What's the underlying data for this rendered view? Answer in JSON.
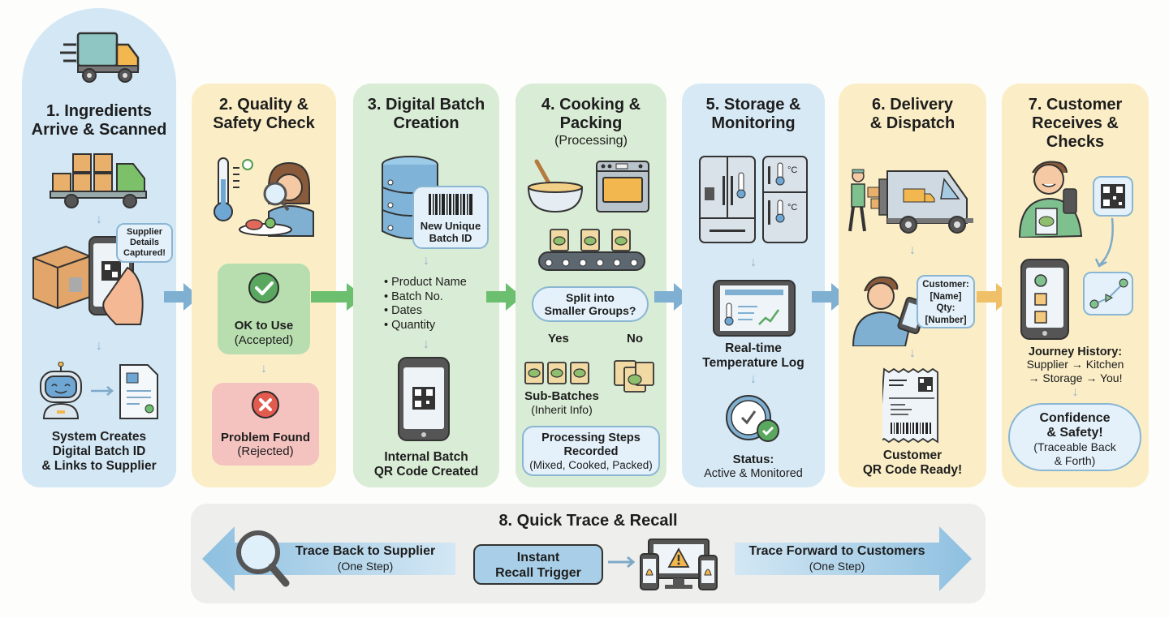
{
  "stages": [
    {
      "title": "1. Ingredients Arrive & Scanned",
      "title_lines": [
        "1. Ingredients",
        "Arrive & Scanned"
      ],
      "bubble_lines": [
        "Supplier",
        "Details",
        "Captured!"
      ],
      "caption_lines": [
        "System Creates",
        "Digital Batch ID",
        "& Links to Supplier"
      ],
      "icons": [
        "delivery-truck-icon",
        "loaded-truck-icon",
        "phone-scan-qr-icon",
        "box-icon",
        "robot-icon",
        "document-icon"
      ]
    },
    {
      "title": "2. Quality & Safety Check",
      "title_lines": [
        "2. Quality &",
        "Safety Check"
      ],
      "accepted": {
        "label": "OK to Use",
        "sub": "(Accepted)"
      },
      "rejected": {
        "label": "Problem Found",
        "sub": "(Rejected)"
      },
      "icons": [
        "thermometer-icon",
        "inspector-magnifier-icon",
        "check-circle-icon",
        "x-circle-icon"
      ]
    },
    {
      "title": "3. Digital Batch Creation",
      "title_lines": [
        "3. Digital Batch",
        "Creation"
      ],
      "batch_badge_lines": [
        "New Unique",
        "Batch ID"
      ],
      "fields": [
        "Product Name",
        "Batch No.",
        "Dates",
        "Quantity"
      ],
      "caption_lines": [
        "Internal Batch",
        "QR Code Created"
      ],
      "icons": [
        "database-icon",
        "barcode-icon",
        "phone-qr-icon"
      ]
    },
    {
      "title": "4. Cooking & Packing (Processing)",
      "title_lines": [
        "4. Cooking &",
        "Packing"
      ],
      "subtitle": "(Processing)",
      "decision_lines": [
        "Split into",
        "Smaller Groups?"
      ],
      "yes": "Yes",
      "no": "No",
      "sub_batches": {
        "label": "Sub-Batches",
        "sub": "(Inherit Info)"
      },
      "recorded": {
        "lines": [
          "Processing Steps",
          "Recorded"
        ],
        "sub": "(Mixed, Cooked, Packed)"
      },
      "icons": [
        "mixing-bowl-icon",
        "oven-icon",
        "conveyor-belt-icon",
        "package-icon"
      ]
    },
    {
      "title": "5. Storage & Monitoring",
      "title_lines": [
        "5. Storage &",
        "Monitoring"
      ],
      "fridge_unit": "°C",
      "log_lines": [
        "Real-time",
        "Temperature Log"
      ],
      "status": {
        "label": "Status:",
        "value": "Active & Monitored"
      },
      "icons": [
        "refrigerator-icon",
        "freezer-icon",
        "tablet-chart-icon",
        "clock-check-icon"
      ]
    },
    {
      "title": "6. Delivery & Dispatch",
      "title_lines": [
        "6. Delivery",
        "& Dispatch"
      ],
      "bubble_lines": [
        "Customer:",
        "[Name]",
        "Qty:",
        "[Number]"
      ],
      "caption_lines": [
        "Customer",
        "QR Code Ready!"
      ],
      "icons": [
        "delivery-van-icon",
        "courier-icon",
        "person-tablet-icon",
        "receipt-qr-icon"
      ]
    },
    {
      "title": "7. Customer Receives & Checks",
      "title_lines": [
        "7. Customer",
        "Receives &",
        "Checks"
      ],
      "journey": {
        "label": "Journey History:",
        "lines": [
          "Supplier → Kitchen",
          "→ Storage → You!"
        ]
      },
      "confidence": {
        "lines": [
          "Confidence",
          "& Safety!"
        ],
        "sub_lines": [
          "(Traceable Back",
          "& Forth)"
        ]
      },
      "icons": [
        "customer-phone-icon",
        "qr-code-icon",
        "phone-journey-icon",
        "route-map-icon"
      ]
    }
  ],
  "trace": {
    "title": "8. Quick Trace & Recall",
    "back": {
      "label": "Trace Back to Supplier",
      "sub": "(One Step)"
    },
    "recall_lines": [
      "Instant",
      "Recall Trigger"
    ],
    "forward": {
      "label": "Trace Forward to Customers",
      "sub": "(One Step)"
    },
    "icons": [
      "magnifier-icon",
      "alert-devices-icon"
    ]
  },
  "colors": {
    "blue_panel": "#d7e9f5",
    "yellow_panel": "#fbeec6",
    "green_panel": "#d9ecd5",
    "accept_green": "#5aa85f",
    "reject_red": "#e35b4f",
    "arrow_blue": "#7fb0d2",
    "arrow_green": "#6bbf6f",
    "arrow_orange": "#f0c068"
  }
}
